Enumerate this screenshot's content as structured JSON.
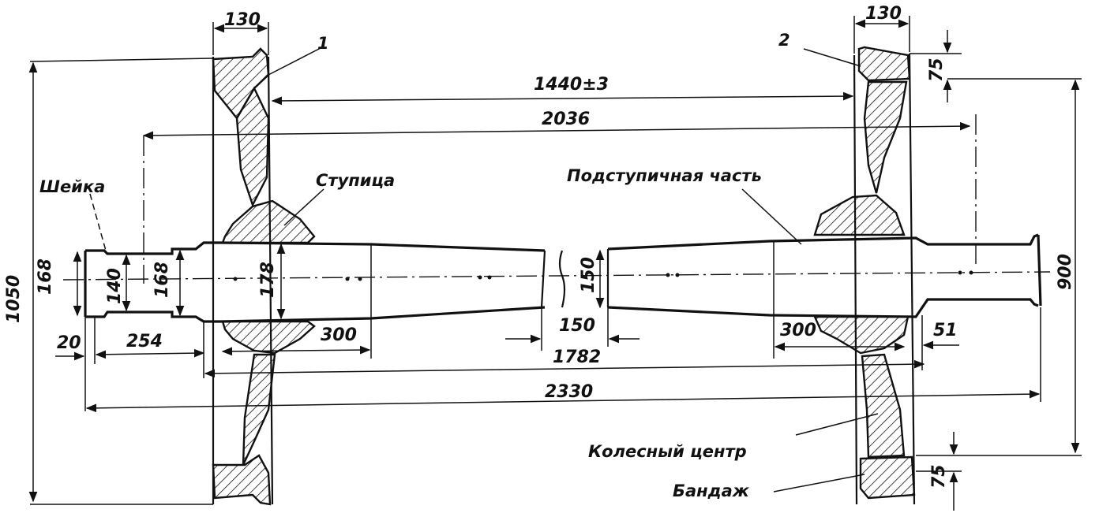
{
  "labels": {
    "part_1": "1",
    "part_2": "2",
    "journal": "Шейка",
    "hub": "Ступица",
    "hub_seat": "Подступичная часть",
    "wheel_center": "Колесный центр",
    "tire": "Бандаж"
  },
  "dimensions": {
    "wheel_width_left": "130",
    "wheel_width_right": "130",
    "gauge": "1440±3",
    "journal_centers": "2036",
    "overall_length": "2330",
    "middle_length": "1782",
    "middle_diameter": "150",
    "middle_section": "150",
    "seat_length_left": "300",
    "seat_length_right": "300",
    "journal_length": "254",
    "collar": "20",
    "offset_right": "51",
    "tire_thickness_top": "75",
    "tire_thickness_bottom": "75",
    "wheel_diameter": "1050",
    "rolling_diameter": "900",
    "journal_end_diameter": "168",
    "journal_diameter": "140",
    "prehub_diameter": "168",
    "seat_diameter": "178"
  }
}
